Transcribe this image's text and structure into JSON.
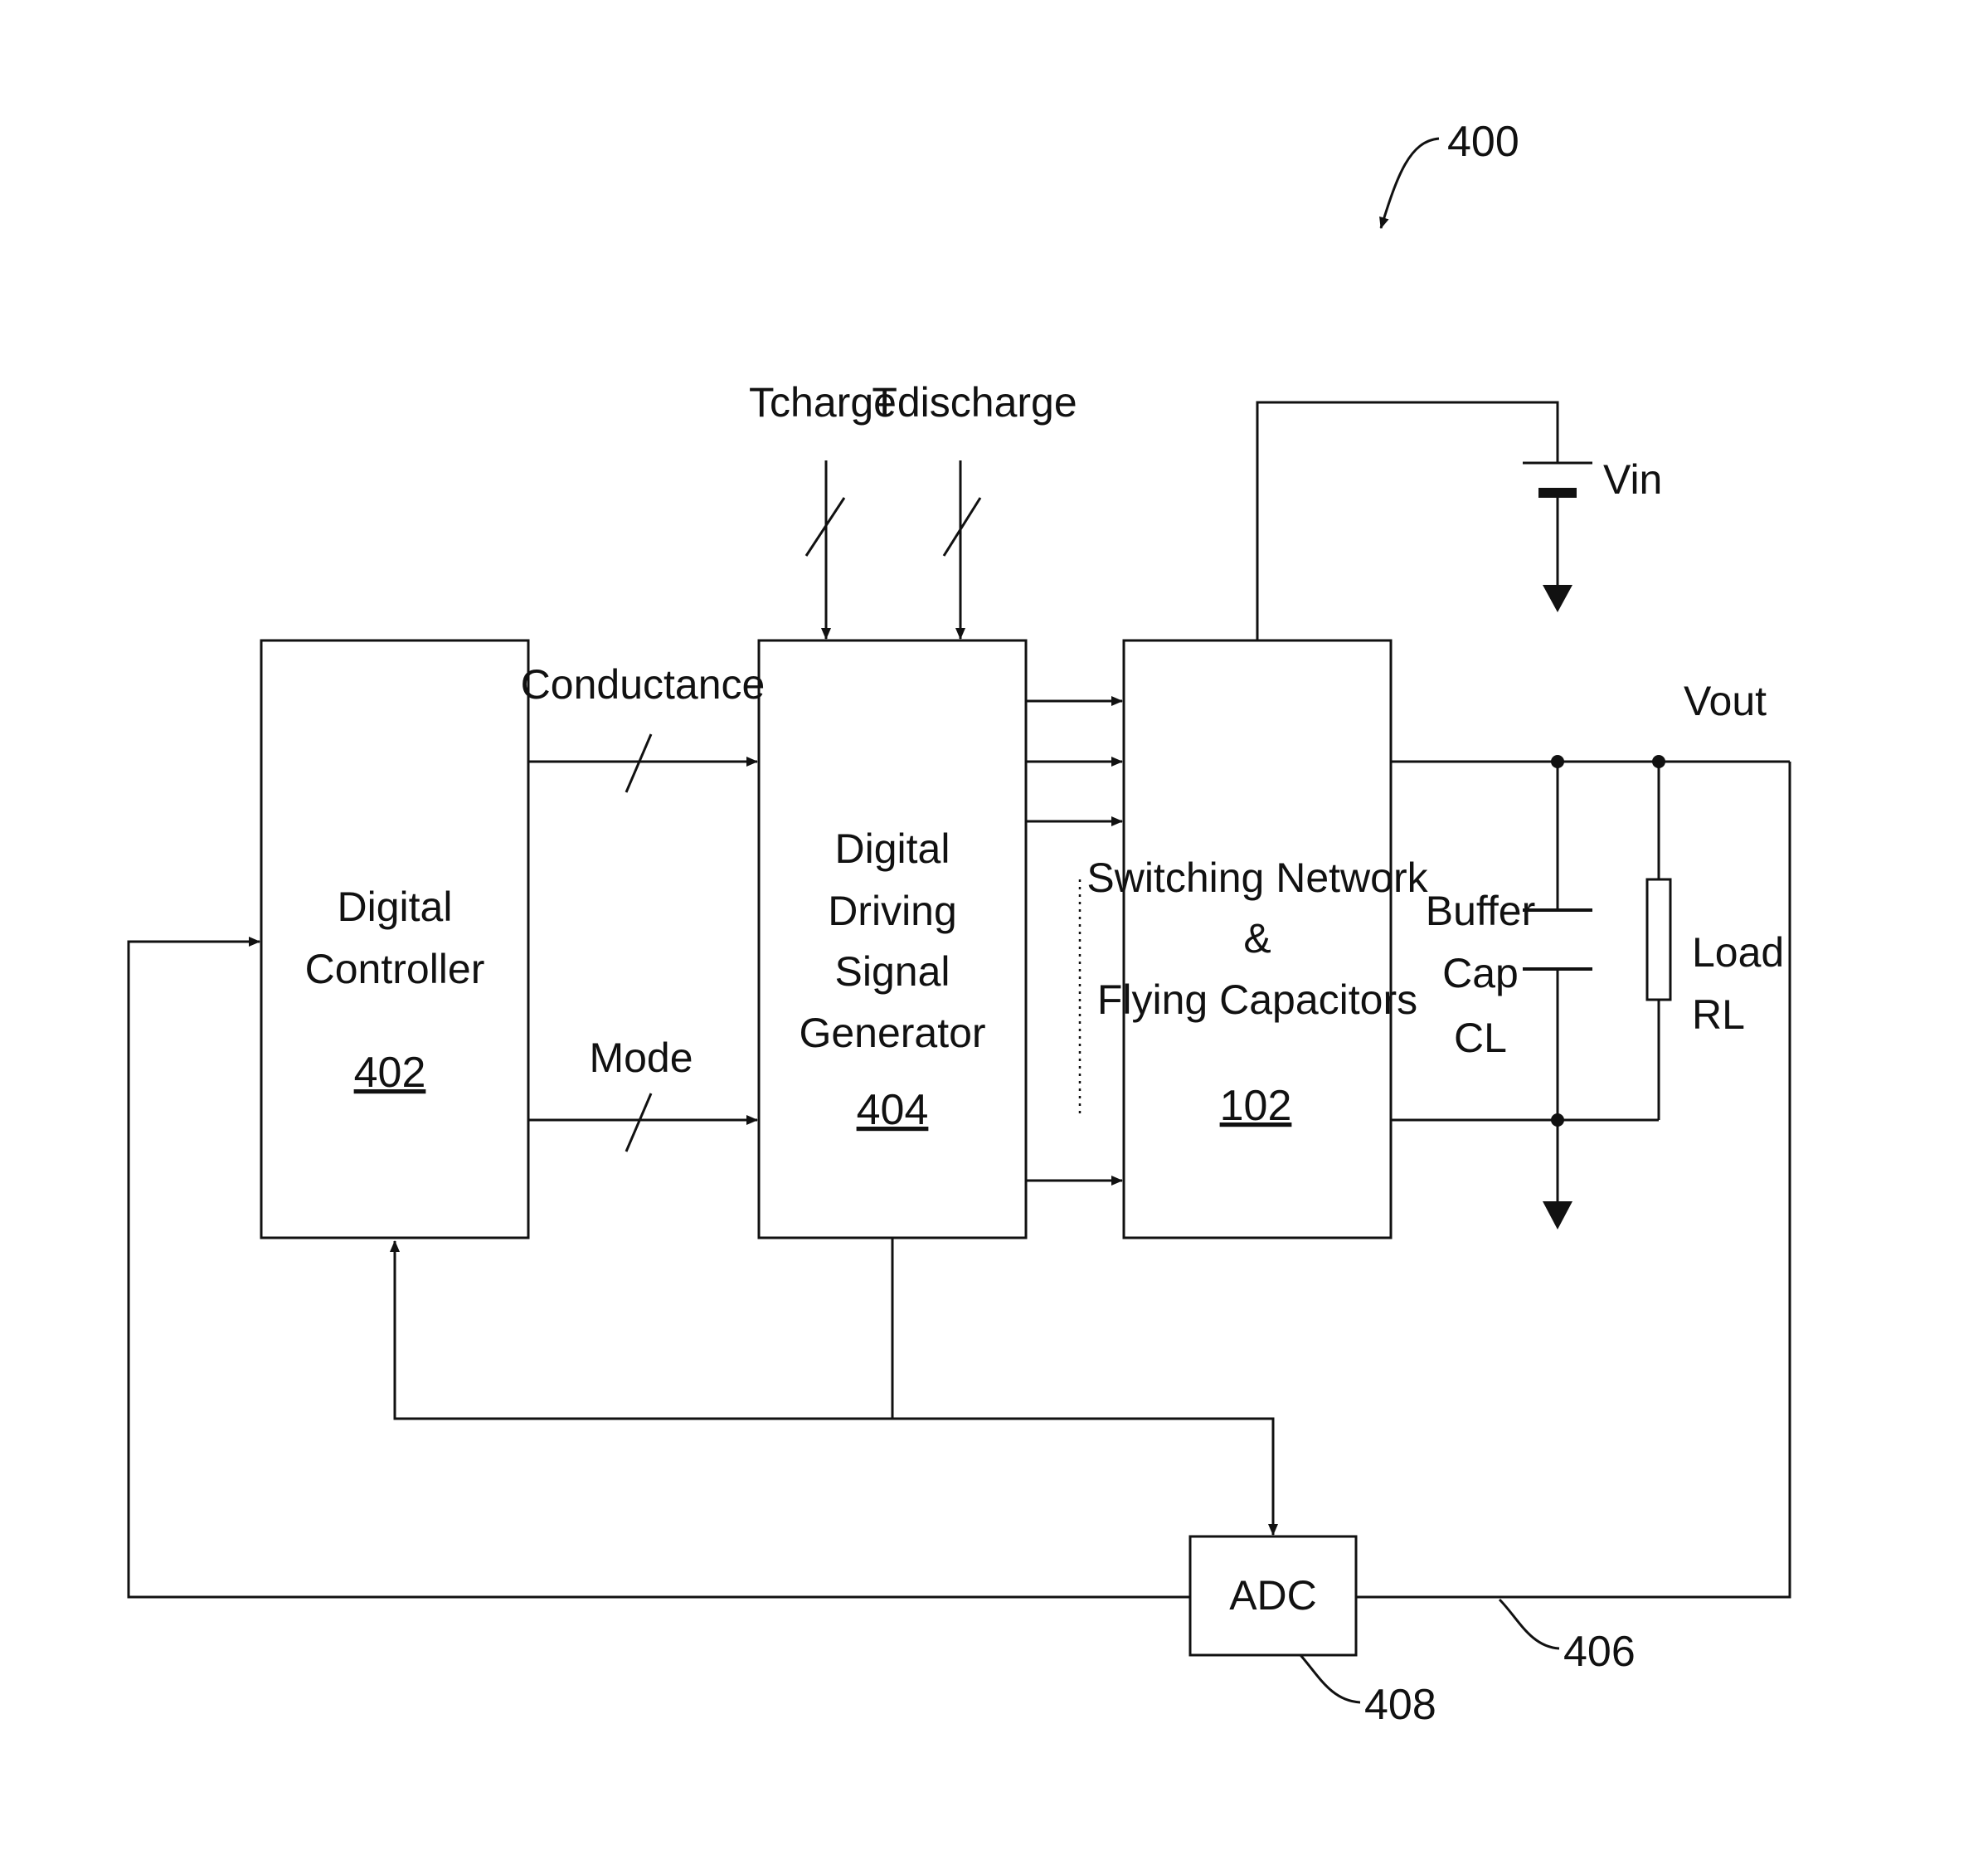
{
  "figure": {
    "ref_number": "400"
  },
  "blocks": {
    "digital_controller": {
      "line1": "Digital",
      "line2": "Controller",
      "ref": "402"
    },
    "signal_generator": {
      "line1": "Digital",
      "line2": "Driving",
      "line3": "Signal",
      "line4": "Generator",
      "ref": "404"
    },
    "switching_network": {
      "line1": "Switching Network",
      "line2": "&",
      "line3": "Flying Capacitors",
      "ref": "102"
    },
    "adc": {
      "label": "ADC",
      "ref": "408"
    }
  },
  "signals": {
    "conductance": "Conductance",
    "mode": "Mode",
    "tcharge": "Tcharge",
    "tdischarge": "Tdischarge",
    "vin": "Vin",
    "vout": "Vout",
    "feedback_ref": "406"
  },
  "components": {
    "buffer_cap": {
      "line1": "Buffer",
      "line2": "Cap",
      "line3": "CL"
    },
    "load": {
      "line1": "Load",
      "line2": "RL"
    }
  }
}
